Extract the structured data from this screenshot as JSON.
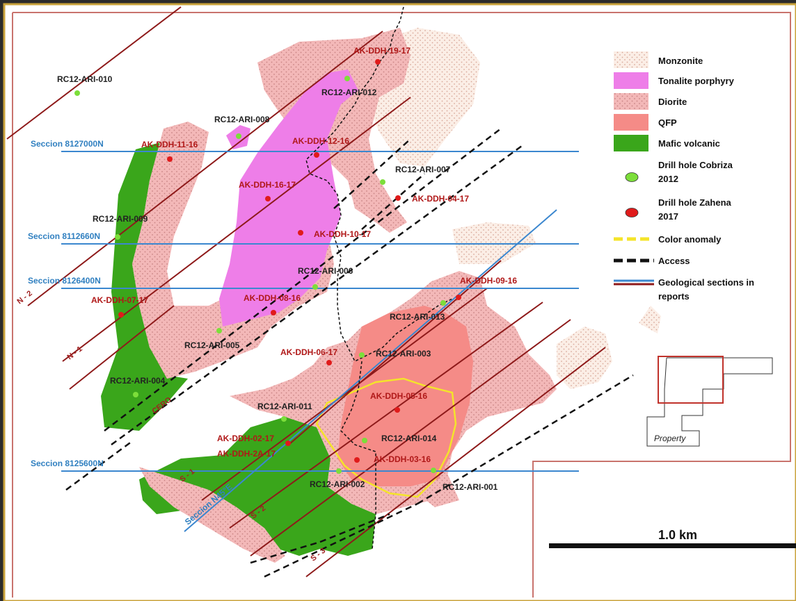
{
  "colors": {
    "monzonite": "#fbeee6",
    "tonalite_porphyry": "#ee7ee8",
    "diorite": "#f3b8b8",
    "qfp": "#f58b87",
    "mafic_volcanic": "#3aa61b",
    "drill_cobriza": "#7cde3a",
    "drill_zahena": "#e01b1b",
    "color_anomaly": "#f4e42a",
    "access": "#111111",
    "section_blue": "#3b87cf",
    "section_red": "#8e1a1a",
    "frame_gold": "#c9a23a"
  },
  "legend": {
    "items": [
      {
        "label": "Monzonite",
        "icon": "monzonite-swatch"
      },
      {
        "label": "Tonalite porphyry",
        "icon": "tonalite-swatch"
      },
      {
        "label": "Diorite",
        "icon": "diorite-swatch"
      },
      {
        "label": "QFP",
        "icon": "qfp-swatch"
      },
      {
        "label": "Mafic volcanic",
        "icon": "mafic-swatch"
      },
      {
        "label": "Drill hole Cobriza",
        "label2": "2012",
        "icon": "green-dot-icon"
      },
      {
        "label": "Drill hole Zahena",
        "label2": "2017",
        "icon": "red-dot-icon"
      },
      {
        "label": "Color anomaly",
        "icon": "yellow-dash-icon"
      },
      {
        "label": "Access",
        "icon": "black-dash-icon"
      },
      {
        "label": "Geological sections in",
        "label2": "reports",
        "icon": "section-lines-icon"
      }
    ]
  },
  "scale": {
    "label": "1.0 km"
  },
  "inset": {
    "label": "Property"
  },
  "sections": {
    "s1": "Seccion 8127000N",
    "s2": "Seccion 8112660N",
    "s3": "Seccion 8126400N",
    "s4": "Seccion 8125600N",
    "s5": "Seccion N45°E"
  },
  "section_tags": {
    "n2": "N - 2",
    "n1": "N - 1",
    "cero": "CERO",
    "s1": "S - 1",
    "s2": "S - 2",
    "s3": "S - 3"
  },
  "drill_cobriza": {
    "h010": "RC12-ARI-010",
    "h012": "RC12-ARI-012",
    "h008": "RC12-ARI-008",
    "h007": "RC12-ARI-007",
    "h009": "RC12-ARI-009",
    "h006": "RC12-ARI-006",
    "h013": "RC12-ARI-013",
    "h005": "RC12-ARI-005",
    "h003": "RC12-ARI-003",
    "h004": "RC12-ARI-004",
    "h011": "RC12-ARI-011",
    "h014": "RC12-ARI-014",
    "h002": "RC12-ARI-002",
    "h001": "RC12-ARI-001"
  },
  "drill_zahena": {
    "d1917": "AK-DDH-19-17",
    "d1116": "AK-DDH-11-16",
    "d1216": "AK-DDH-12-16",
    "d1617": "AK-DDH-16-17",
    "d0417": "AK-DDH-04-17",
    "d1017": "AK-DDH-10-17",
    "d0916": "AK-DDH-09-16",
    "d0717": "AK-DDH-07-17",
    "d0816": "AK-DDH-08-16",
    "d0617": "AK-DDH-06-17",
    "d0516": "AK-DDH-05-16",
    "d0217": "AK-DDH-02-17",
    "d2a17": "AK-DDH-2A-17",
    "d0316": "AK-DDH-03-16"
  }
}
